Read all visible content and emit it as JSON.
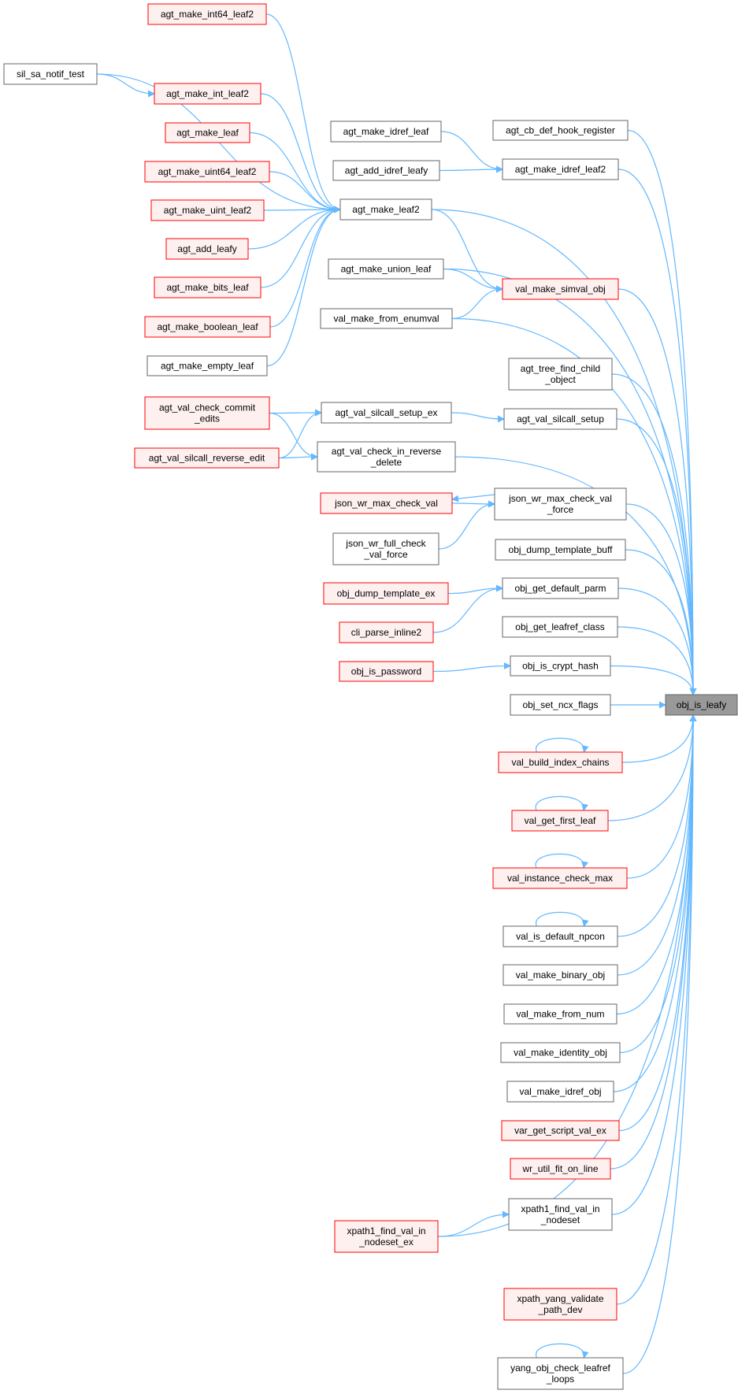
{
  "graph": {
    "focus_node": "obj_is_leafy",
    "colors": {
      "edge": "#63b8ff",
      "red_border": "#ff0000",
      "red_fill": "#fff0f0",
      "normal_border": "#666666",
      "normal_fill": "#ffffff",
      "focus_fill": "#999999"
    },
    "nodes": [
      {
        "id": "agt_make_int64_leaf2",
        "lines": [
          "agt_make_int64_leaf2"
        ],
        "style": "red"
      },
      {
        "id": "sil_sa_notif_test",
        "lines": [
          "sil_sa_notif_test"
        ],
        "style": "normal"
      },
      {
        "id": "agt_make_int_leaf2",
        "lines": [
          "agt_make_int_leaf2"
        ],
        "style": "red"
      },
      {
        "id": "agt_make_leaf",
        "lines": [
          "agt_make_leaf"
        ],
        "style": "red"
      },
      {
        "id": "agt_make_uint64_leaf2",
        "lines": [
          "agt_make_uint64_leaf2"
        ],
        "style": "red"
      },
      {
        "id": "agt_make_uint_leaf2",
        "lines": [
          "agt_make_uint_leaf2"
        ],
        "style": "red"
      },
      {
        "id": "agt_add_leafy",
        "lines": [
          "agt_add_leafy"
        ],
        "style": "red"
      },
      {
        "id": "agt_make_bits_leaf",
        "lines": [
          "agt_make_bits_leaf"
        ],
        "style": "red"
      },
      {
        "id": "agt_make_boolean_leaf",
        "lines": [
          "agt_make_boolean_leaf"
        ],
        "style": "red"
      },
      {
        "id": "agt_make_empty_leaf",
        "lines": [
          "agt_make_empty_leaf"
        ],
        "style": "normal"
      },
      {
        "id": "agt_val_check_commit_edits",
        "lines": [
          "agt_val_check_commit",
          "_edits"
        ],
        "style": "red"
      },
      {
        "id": "agt_val_silcall_reverse_edit",
        "lines": [
          "agt_val_silcall_reverse_edit"
        ],
        "style": "red"
      },
      {
        "id": "agt_make_idref_leaf",
        "lines": [
          "agt_make_idref_leaf"
        ],
        "style": "normal"
      },
      {
        "id": "agt_add_idref_leafy",
        "lines": [
          "agt_add_idref_leafy"
        ],
        "style": "normal"
      },
      {
        "id": "agt_make_leaf2",
        "lines": [
          "agt_make_leaf2"
        ],
        "style": "normal"
      },
      {
        "id": "agt_make_union_leaf",
        "lines": [
          "agt_make_union_leaf"
        ],
        "style": "normal"
      },
      {
        "id": "val_make_from_enumval",
        "lines": [
          "val_make_from_enumval"
        ],
        "style": "normal"
      },
      {
        "id": "agt_val_silcall_setup_ex",
        "lines": [
          "agt_val_silcall_setup_ex"
        ],
        "style": "normal"
      },
      {
        "id": "agt_val_check_in_reverse_delete",
        "lines": [
          "agt_val_check_in_reverse",
          "_delete"
        ],
        "style": "normal"
      },
      {
        "id": "agt_cb_def_hook_register",
        "lines": [
          "agt_cb_def_hook_register"
        ],
        "style": "normal"
      },
      {
        "id": "agt_make_idref_leaf2",
        "lines": [
          "agt_make_idref_leaf2"
        ],
        "style": "normal"
      },
      {
        "id": "val_make_simval_obj",
        "lines": [
          "val_make_simval_obj"
        ],
        "style": "red"
      },
      {
        "id": "agt_tree_find_child_object",
        "lines": [
          "agt_tree_find_child",
          "_object"
        ],
        "style": "normal"
      },
      {
        "id": "agt_val_silcall_setup",
        "lines": [
          "agt_val_silcall_setup"
        ],
        "style": "normal"
      },
      {
        "id": "json_wr_max_check_val_force",
        "lines": [
          "json_wr_max_check_val",
          "_force"
        ],
        "style": "normal"
      },
      {
        "id": "json_wr_max_check_val",
        "lines": [
          "json_wr_max_check_val"
        ],
        "style": "red"
      },
      {
        "id": "json_wr_full_check_val_force",
        "lines": [
          "json_wr_full_check",
          "_val_force"
        ],
        "style": "normal"
      },
      {
        "id": "obj_dump_template_buff",
        "lines": [
          "obj_dump_template_buff"
        ],
        "style": "normal"
      },
      {
        "id": "obj_get_default_parm",
        "lines": [
          "obj_get_default_parm"
        ],
        "style": "normal"
      },
      {
        "id": "obj_dump_template_ex",
        "lines": [
          "obj_dump_template_ex"
        ],
        "style": "red"
      },
      {
        "id": "obj_get_leafref_class",
        "lines": [
          "obj_get_leafref_class"
        ],
        "style": "normal"
      },
      {
        "id": "cli_parse_inline2",
        "lines": [
          "cli_parse_inline2"
        ],
        "style": "red"
      },
      {
        "id": "obj_is_crypt_hash",
        "lines": [
          "obj_is_crypt_hash"
        ],
        "style": "normal"
      },
      {
        "id": "obj_is_password",
        "lines": [
          "obj_is_password"
        ],
        "style": "red"
      },
      {
        "id": "obj_set_ncx_flags",
        "lines": [
          "obj_set_ncx_flags"
        ],
        "style": "normal"
      },
      {
        "id": "obj_is_leafy",
        "lines": [
          "obj_is_leafy"
        ],
        "style": "focus"
      },
      {
        "id": "val_build_index_chains",
        "lines": [
          "val_build_index_chains"
        ],
        "style": "red"
      },
      {
        "id": "val_get_first_leaf",
        "lines": [
          "val_get_first_leaf"
        ],
        "style": "red"
      },
      {
        "id": "val_instance_check_max",
        "lines": [
          "val_instance_check_max"
        ],
        "style": "red"
      },
      {
        "id": "val_is_default_npcon",
        "lines": [
          "val_is_default_npcon"
        ],
        "style": "normal"
      },
      {
        "id": "val_make_binary_obj",
        "lines": [
          "val_make_binary_obj"
        ],
        "style": "normal"
      },
      {
        "id": "val_make_from_num",
        "lines": [
          "val_make_from_num"
        ],
        "style": "normal"
      },
      {
        "id": "val_make_identity_obj",
        "lines": [
          "val_make_identity_obj"
        ],
        "style": "normal"
      },
      {
        "id": "val_make_idref_obj",
        "lines": [
          "val_make_idref_obj"
        ],
        "style": "normal"
      },
      {
        "id": "var_get_script_val_ex",
        "lines": [
          "var_get_script_val_ex"
        ],
        "style": "red"
      },
      {
        "id": "wr_util_fit_on_line",
        "lines": [
          "wr_util_fit_on_line"
        ],
        "style": "red"
      },
      {
        "id": "xpath1_find_val_in_nodeset",
        "lines": [
          "xpath1_find_val_in",
          "_nodeset"
        ],
        "style": "normal"
      },
      {
        "id": "xpath1_find_val_in_nodeset_ex",
        "lines": [
          "xpath1_find_val_in",
          "_nodeset_ex"
        ],
        "style": "red"
      },
      {
        "id": "xpath_yang_validate_path_dev",
        "lines": [
          "xpath_yang_validate",
          "_path_dev"
        ],
        "style": "red"
      },
      {
        "id": "yang_obj_check_leafref_loops",
        "lines": [
          "yang_obj_check_leafref",
          "_loops"
        ],
        "style": "normal"
      }
    ],
    "edges": [
      [
        "sil_sa_notif_test",
        "agt_make_int_leaf2"
      ],
      [
        "sil_sa_notif_test",
        "agt_make_leaf2"
      ],
      [
        "agt_make_int64_leaf2",
        "agt_make_leaf2"
      ],
      [
        "agt_make_int_leaf2",
        "agt_make_leaf2"
      ],
      [
        "agt_make_leaf",
        "agt_make_leaf2"
      ],
      [
        "agt_make_uint64_leaf2",
        "agt_make_leaf2"
      ],
      [
        "agt_make_uint_leaf2",
        "agt_make_leaf2"
      ],
      [
        "agt_add_leafy",
        "agt_make_leaf2"
      ],
      [
        "agt_make_bits_leaf",
        "agt_make_leaf2"
      ],
      [
        "agt_make_boolean_leaf",
        "agt_make_leaf2"
      ],
      [
        "agt_make_empty_leaf",
        "agt_make_leaf2"
      ],
      [
        "agt_make_idref_leaf",
        "agt_make_idref_leaf2"
      ],
      [
        "agt_add_idref_leafy",
        "agt_make_idref_leaf2"
      ],
      [
        "agt_make_leaf2",
        "obj_is_leafy"
      ],
      [
        "agt_make_leaf2",
        "val_make_simval_obj"
      ],
      [
        "agt_make_union_leaf",
        "val_make_simval_obj"
      ],
      [
        "agt_make_union_leaf",
        "obj_is_leafy"
      ],
      [
        "val_make_from_enumval",
        "val_make_simval_obj"
      ],
      [
        "val_make_from_enumval",
        "obj_is_leafy"
      ],
      [
        "agt_val_check_commit_edits",
        "agt_val_silcall_setup_ex"
      ],
      [
        "agt_val_check_commit_edits",
        "agt_val_check_in_reverse_delete"
      ],
      [
        "agt_val_silcall_reverse_edit",
        "agt_val_silcall_setup_ex"
      ],
      [
        "agt_val_silcall_reverse_edit",
        "agt_val_check_in_reverse_delete"
      ],
      [
        "agt_val_silcall_setup_ex",
        "agt_val_silcall_setup"
      ],
      [
        "agt_val_check_in_reverse_delete",
        "obj_is_leafy"
      ],
      [
        "json_wr_max_check_val_force",
        "json_wr_max_check_val"
      ],
      [
        "json_wr_max_check_val",
        "json_wr_max_check_val_force"
      ],
      [
        "json_wr_full_check_val_force",
        "json_wr_max_check_val_force"
      ],
      [
        "obj_dump_template_ex",
        "obj_get_default_parm"
      ],
      [
        "cli_parse_inline2",
        "obj_get_default_parm"
      ],
      [
        "obj_is_password",
        "obj_is_crypt_hash"
      ],
      [
        "xpath1_find_val_in_nodeset_ex",
        "xpath1_find_val_in_nodeset"
      ],
      [
        "xpath1_find_val_in_nodeset_ex",
        "obj_is_leafy"
      ],
      [
        "agt_cb_def_hook_register",
        "obj_is_leafy"
      ],
      [
        "agt_make_idref_leaf2",
        "obj_is_leafy"
      ],
      [
        "val_make_simval_obj",
        "obj_is_leafy"
      ],
      [
        "agt_tree_find_child_object",
        "obj_is_leafy"
      ],
      [
        "agt_val_silcall_setup",
        "obj_is_leafy"
      ],
      [
        "json_wr_max_check_val_force",
        "obj_is_leafy"
      ],
      [
        "obj_dump_template_buff",
        "obj_is_leafy"
      ],
      [
        "obj_get_default_parm",
        "obj_is_leafy"
      ],
      [
        "obj_get_leafref_class",
        "obj_is_leafy"
      ],
      [
        "obj_is_crypt_hash",
        "obj_is_leafy"
      ],
      [
        "obj_set_ncx_flags",
        "obj_is_leafy"
      ],
      [
        "val_build_index_chains",
        "obj_is_leafy"
      ],
      [
        "val_get_first_leaf",
        "obj_is_leafy"
      ],
      [
        "val_instance_check_max",
        "obj_is_leafy"
      ],
      [
        "val_is_default_npcon",
        "obj_is_leafy"
      ],
      [
        "val_make_binary_obj",
        "obj_is_leafy"
      ],
      [
        "val_make_from_num",
        "obj_is_leafy"
      ],
      [
        "val_make_identity_obj",
        "obj_is_leafy"
      ],
      [
        "val_make_idref_obj",
        "obj_is_leafy"
      ],
      [
        "var_get_script_val_ex",
        "obj_is_leafy"
      ],
      [
        "wr_util_fit_on_line",
        "obj_is_leafy"
      ],
      [
        "xpath1_find_val_in_nodeset",
        "obj_is_leafy"
      ],
      [
        "xpath_yang_validate_path_dev",
        "obj_is_leafy"
      ],
      [
        "yang_obj_check_leafref_loops",
        "obj_is_leafy"
      ],
      [
        "val_build_index_chains",
        "val_build_index_chains"
      ],
      [
        "val_get_first_leaf",
        "val_get_first_leaf"
      ],
      [
        "val_instance_check_max",
        "val_instance_check_max"
      ],
      [
        "val_is_default_npcon",
        "val_is_default_npcon"
      ],
      [
        "yang_obj_check_leafref_loops",
        "yang_obj_check_leafref_loops"
      ]
    ]
  }
}
